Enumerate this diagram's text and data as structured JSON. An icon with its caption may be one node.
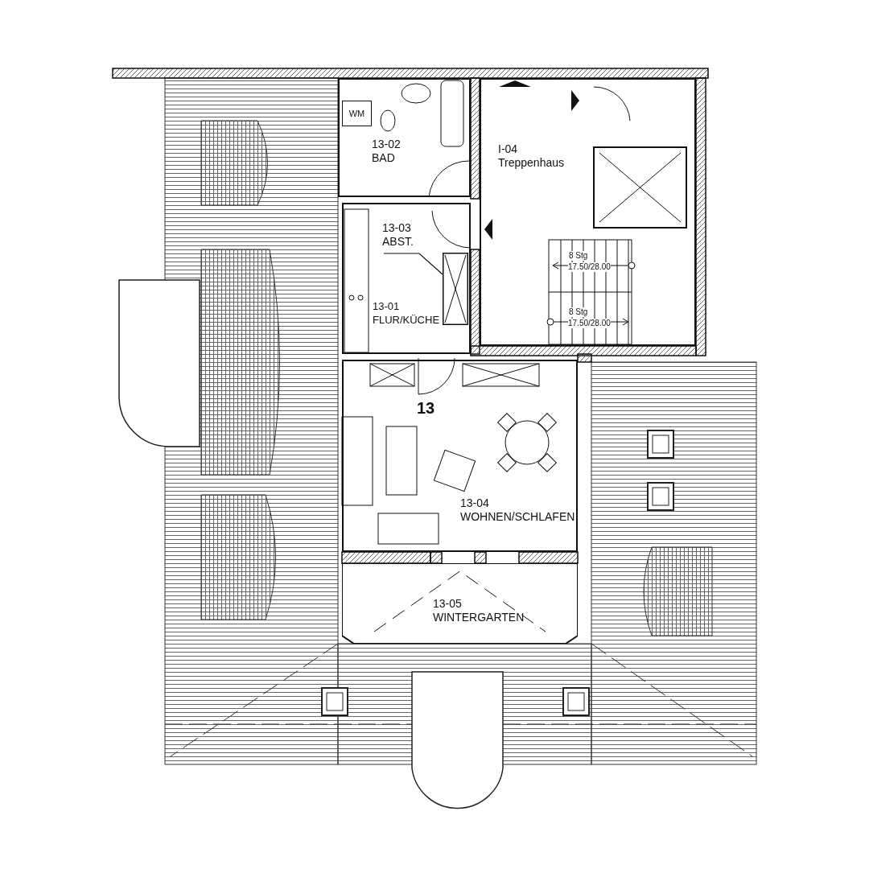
{
  "diagram": {
    "nodes": [
      {
        "text": [
          "13-02",
          "BAD"
        ]
      },
      {
        "text": [
          "13-01",
          "FLUR/KÜCHE"
        ]
      },
      {
        "text": [
          "13-03",
          "ABST."
        ],
        "in": 1
      },
      {
        "text": [],
        "shape": "box",
        "in": 1
      },
      {
        "text": [
          "I-04",
          "Treppenhaus"
        ]
      },
      {
        "text": [
          "13-04",
          "WOHNEN/SCHLAFEN"
        ]
      },
      {
        "text": [
          "13-05",
          "WINTERGARTEN"
        ]
      }
    ],
    "edges": [
      {
        "from": 2,
        "to": 3,
        "arrow": "none"
      }
    ],
    "labels": [
      "WM",
      "8 Stg",
      "17.50/28.00",
      "8 Stg",
      "17.50/28.00",
      "13"
    ]
  }
}
